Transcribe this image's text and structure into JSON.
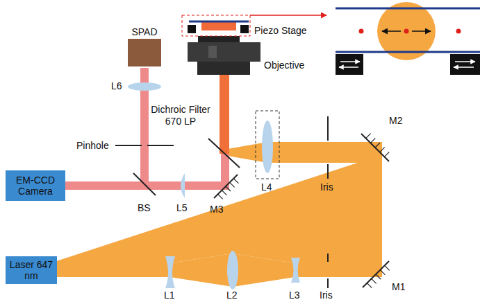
{
  "diagram": {
    "nodes": [
      {
        "text": [
          "SPAD"
        ]
      },
      {
        "text": [
          "EM-CCD Camera"
        ]
      },
      {
        "text": [
          "Laser 647 nm"
        ]
      }
    ],
    "labels": [
      "Piezo Stage",
      "Objective",
      "L6",
      "Pinhole",
      "Dichroic Filter 670 LP",
      "L4",
      "Iris",
      "M2",
      "BS",
      "L5",
      "M3",
      "L1",
      "L2",
      "L3",
      "Iris",
      "M1"
    ]
  }
}
